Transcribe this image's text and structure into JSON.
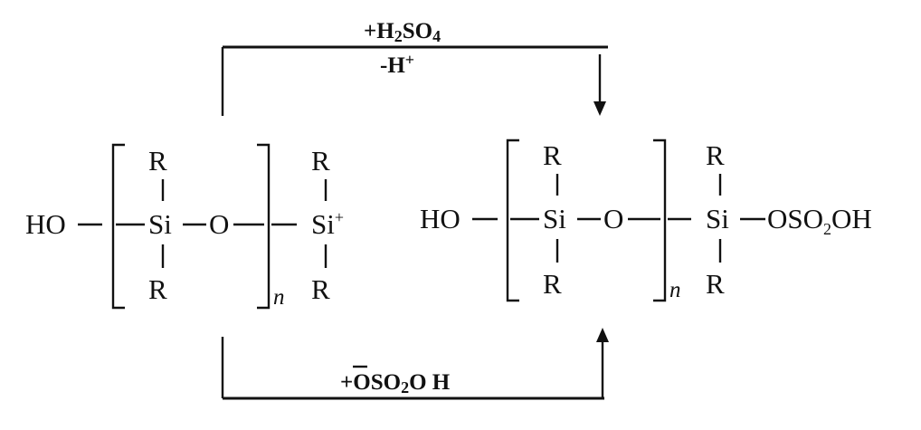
{
  "top_condition": {
    "reagent_prefix": "+H",
    "reagent_sub1": "2",
    "reagent_mid": "SO",
    "reagent_sub2": "4",
    "loss_prefix": "-H",
    "loss_sup": "+"
  },
  "bottom_condition": {
    "prefix": "+",
    "o_with_bar": "O",
    "mid": "SO",
    "sub": "2",
    "suffix": "O H"
  },
  "left_molecule": {
    "end_group": "HO",
    "atoms": {
      "r": "R",
      "si": "Si",
      "o": "O"
    },
    "repeat_index": "n",
    "cation_sup": "+"
  },
  "right_molecule": {
    "end_group": "HO",
    "atoms": {
      "r": "R",
      "si": "Si",
      "o": "O"
    },
    "repeat_index": "n",
    "ester_prefix": "OSO",
    "ester_sub": "2",
    "ester_suffix": "OH"
  }
}
